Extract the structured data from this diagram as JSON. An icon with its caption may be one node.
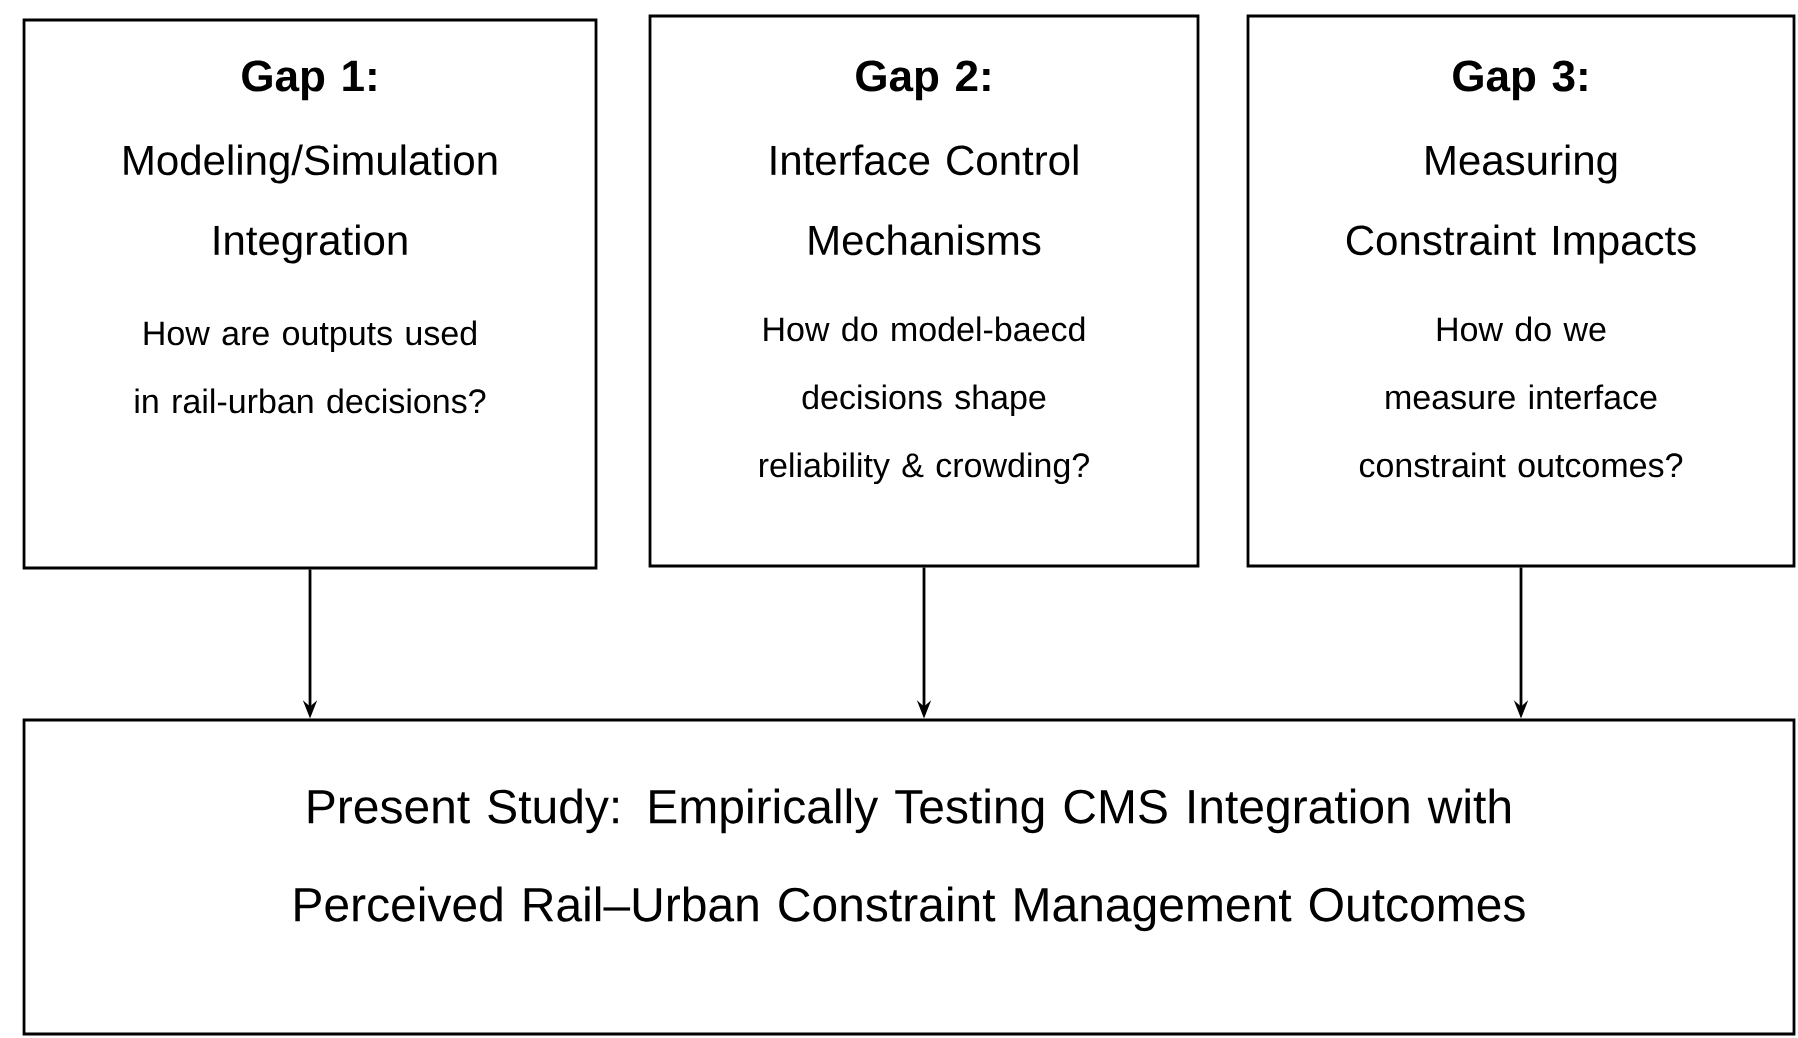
{
  "diagram": {
    "nodes": [
      {
        "text": [
          "Gap 1:",
          "Modeling/Simulation Integration",
          "How are outputs used in rail-urban decisions?"
        ]
      },
      {
        "text": [
          "Gap 2:",
          "Interface Control Mechanisms",
          "How do model-baecd decisions shape reliability & crowding?"
        ]
      },
      {
        "text": [
          "Gap 3:",
          "Measuring Constraint Impacts",
          "How do we measure interface constraint outcomes?"
        ]
      },
      {
        "text": [
          "Present Study: Empirically Testing CMS Integration with Perceived Rail–Urban Constraint Management Outcomes"
        ]
      }
    ],
    "edges": [
      {
        "from": 0,
        "to": 3,
        "arrow": "to"
      },
      {
        "from": 1,
        "to": 3,
        "arrow": "to"
      },
      {
        "from": 2,
        "to": 3,
        "arrow": "to"
      }
    ]
  }
}
